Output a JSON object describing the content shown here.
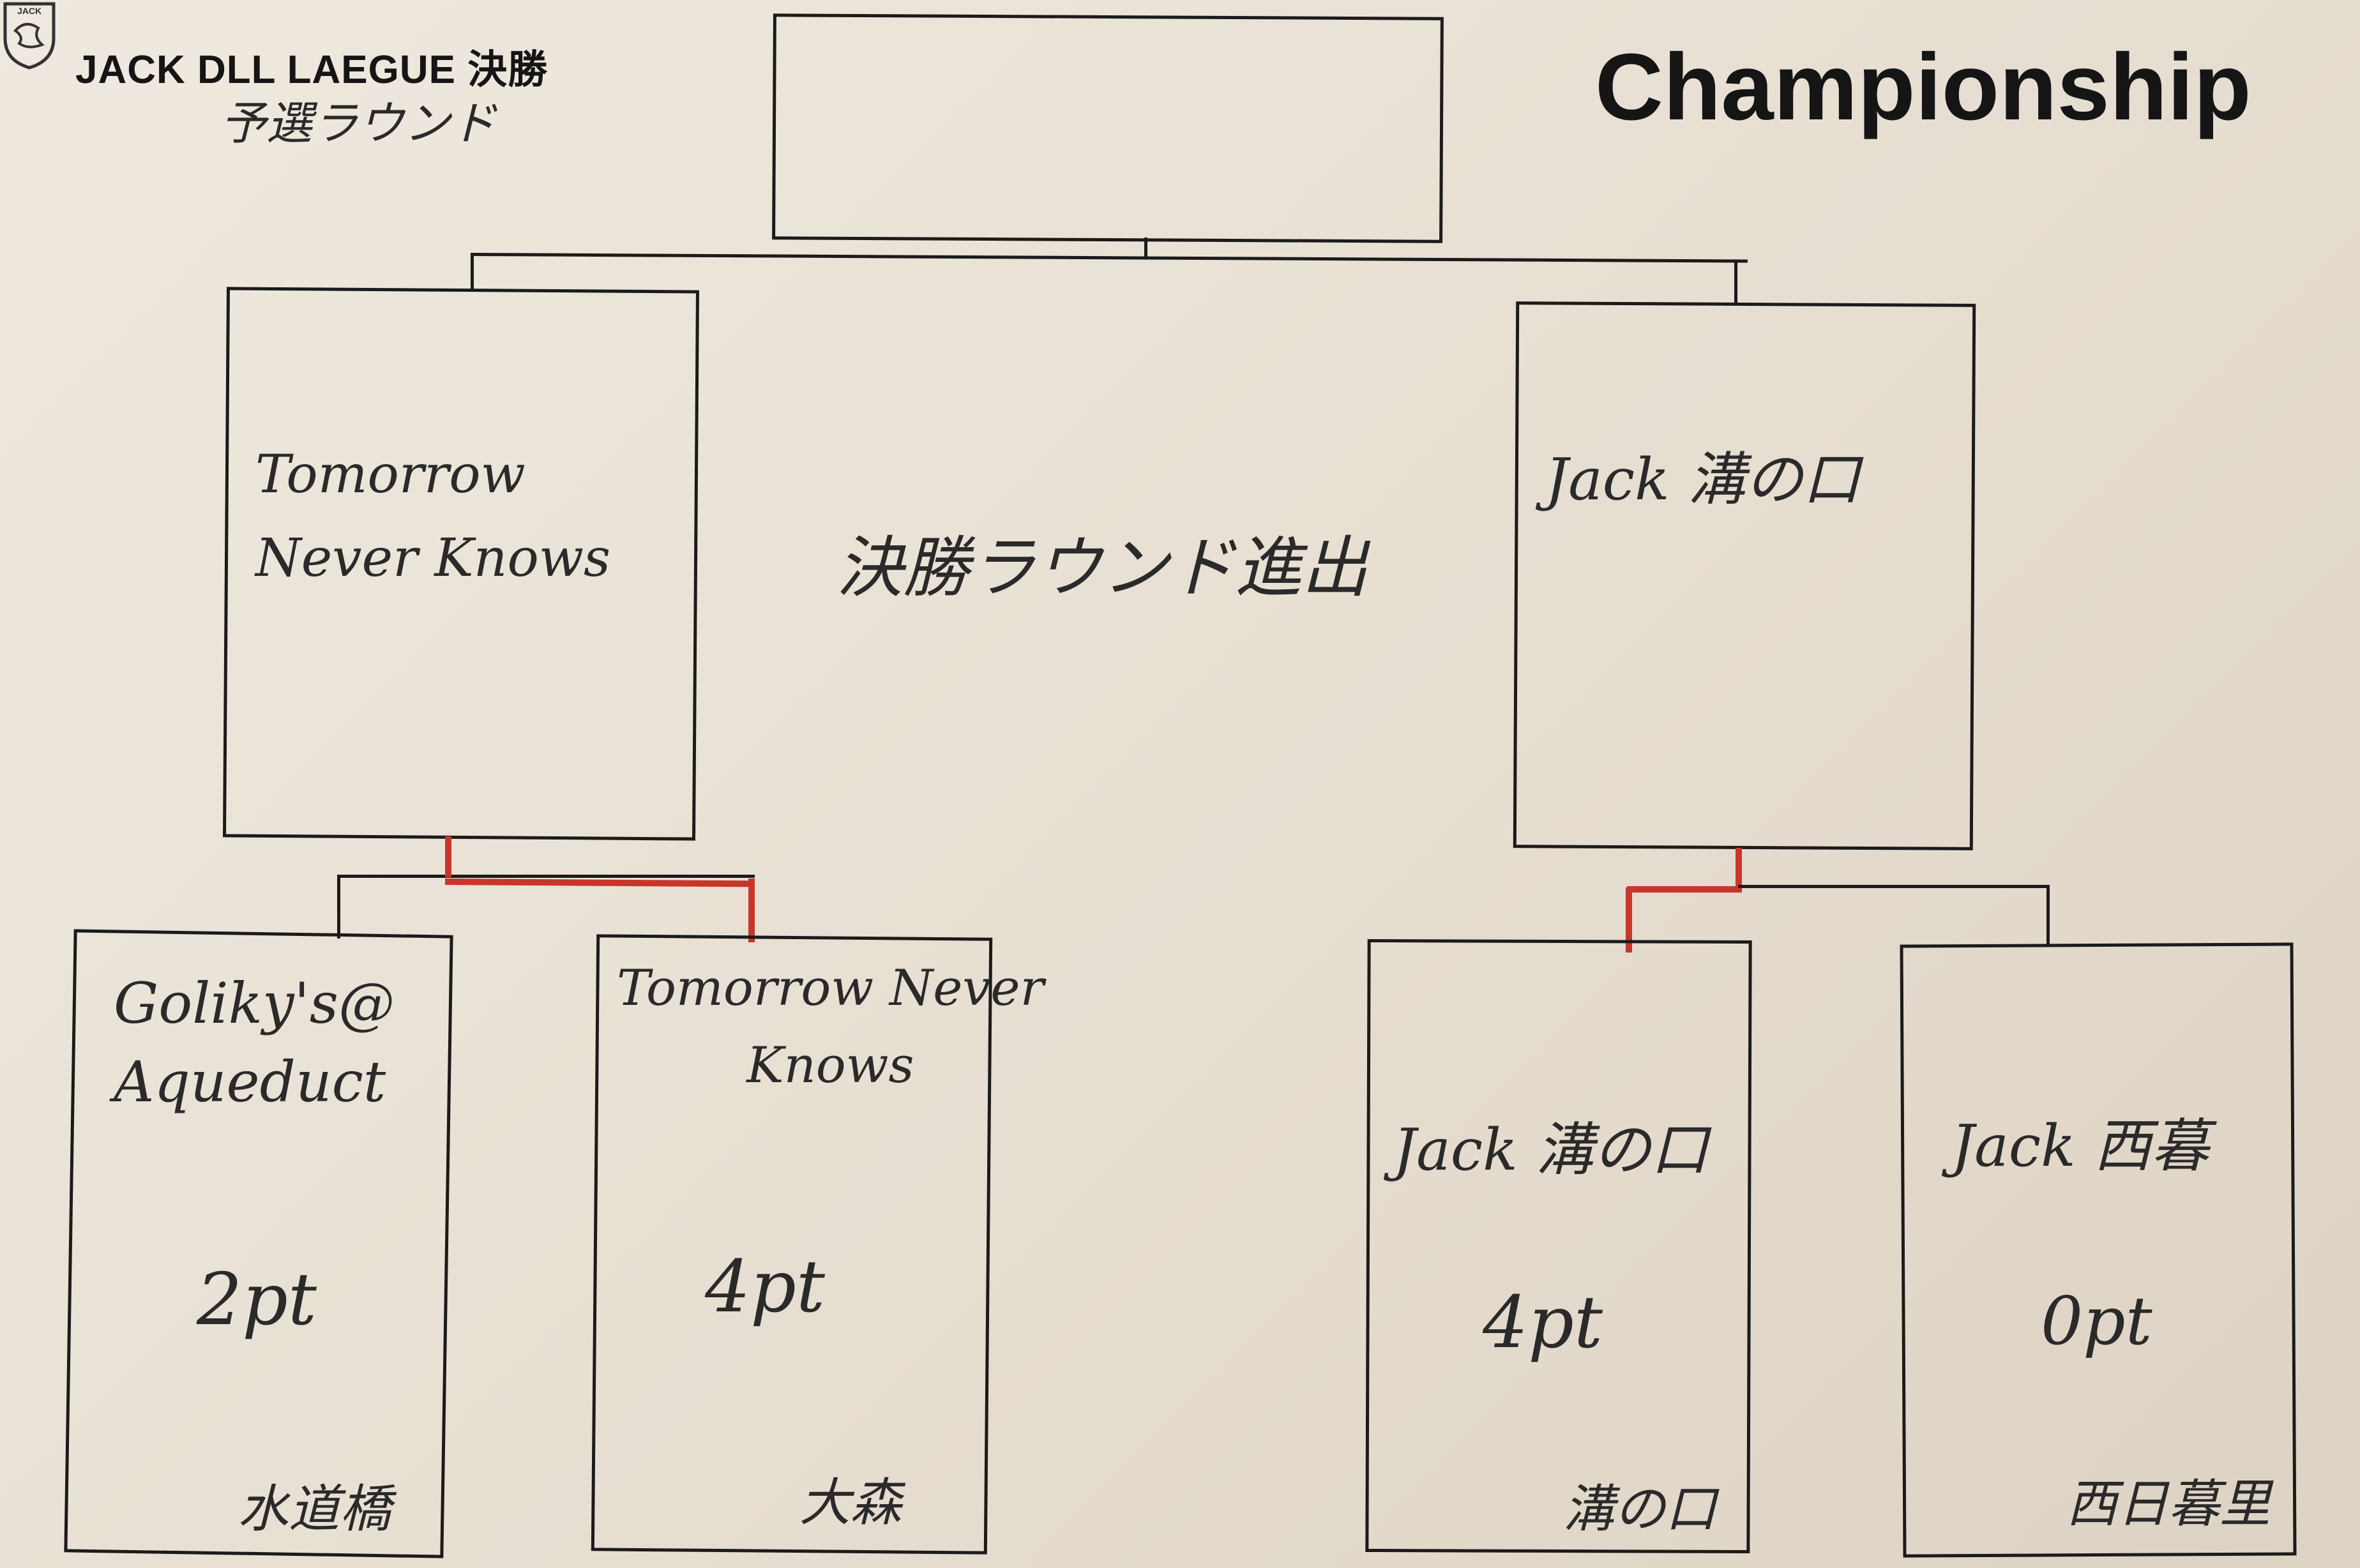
{
  "header": {
    "league_title": "JACK DLL  LAEGUE  決勝",
    "subtitle_handwritten": "予選ラウンド",
    "championship_label": "Championship",
    "logo_text": "JACK"
  },
  "bracket": {
    "center_note": "決勝ラウンド進出",
    "champion_box": "",
    "semifinals": [
      {
        "team": "Tomorrow\nNever Knows"
      },
      {
        "team": "Jack 溝の口"
      }
    ],
    "qualifiers": [
      {
        "team": "Goliky's@\nAqueduct",
        "points": "2pt",
        "venue": "水道橋"
      },
      {
        "team": "Tomorrow Never\nKnows",
        "points": "4pt",
        "venue": "大森"
      },
      {
        "team": "Jack 溝の口",
        "points": "4pt",
        "venue": "溝の口"
      },
      {
        "team": "Jack 西暮",
        "points": "0pt",
        "venue": "西日暮里"
      }
    ]
  },
  "colors": {
    "ink": "#1b1b1b",
    "advance_marker": "#c7362b",
    "paper": "#ebe4d8"
  }
}
